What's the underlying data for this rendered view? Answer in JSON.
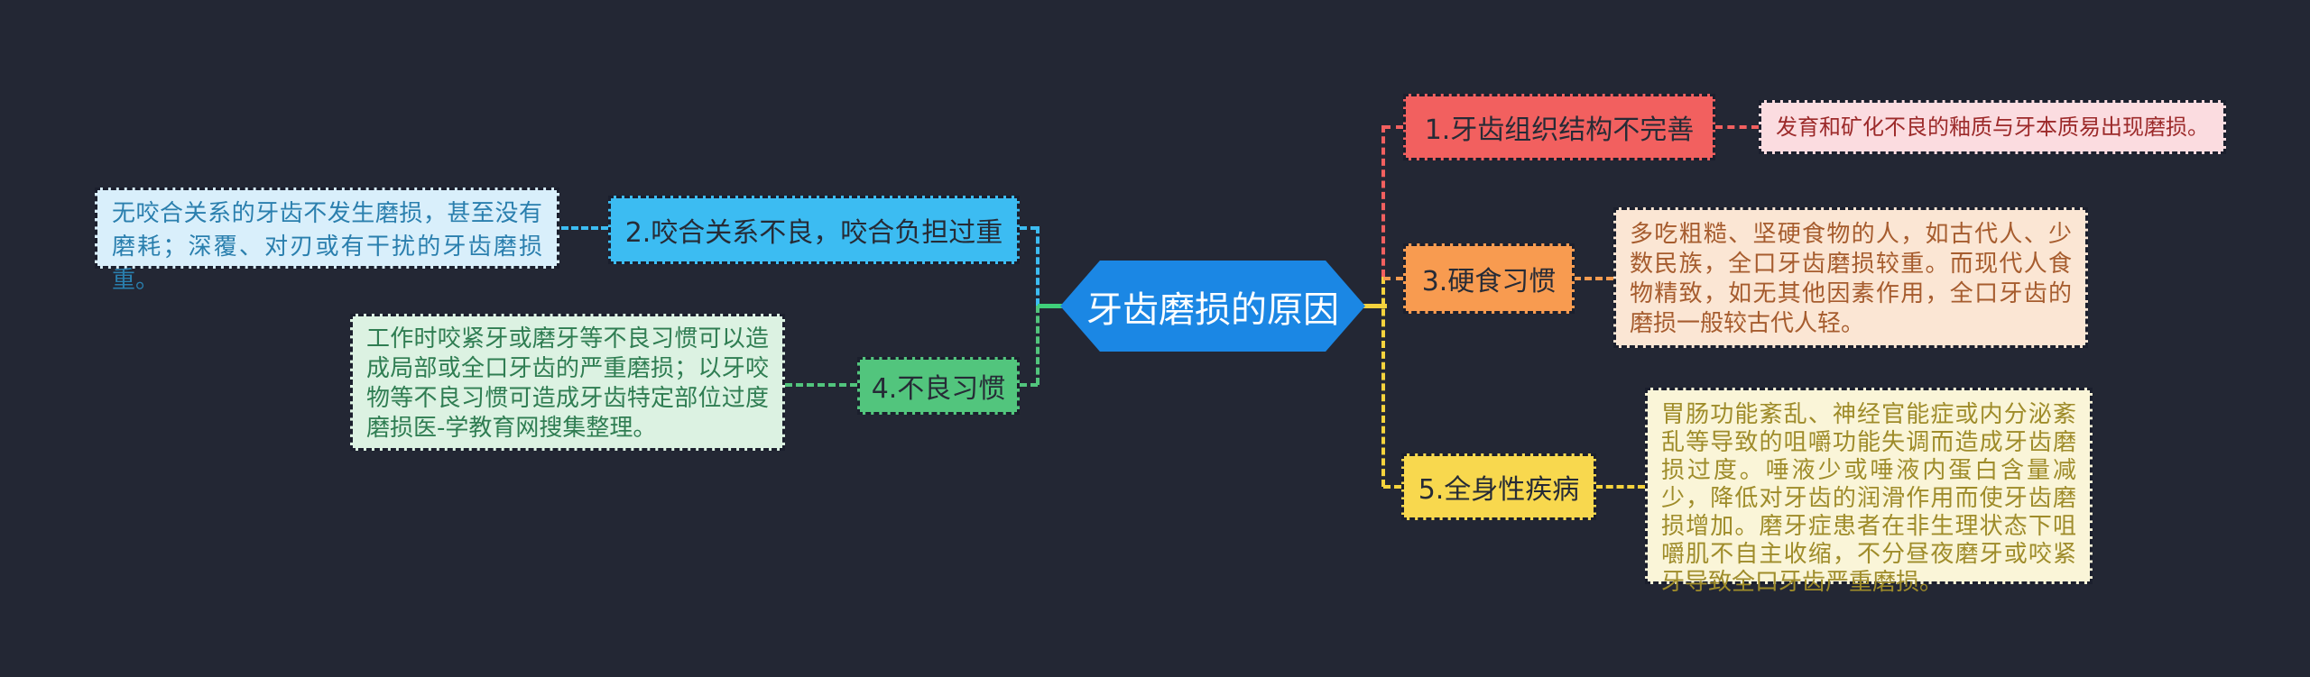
{
  "title": "牙齿磨损的原因思维导图",
  "colors": {
    "background": "#232734",
    "dash_border": "#1b1f2d",
    "node_text": "#262b36",
    "center_fill": "#1b87e4",
    "center_text": "#ffffff",
    "blue": "#3cbcf2",
    "green": "#52c57d",
    "green_line": "#3fd07a",
    "red": "#f2605f",
    "orange": "#f89b50",
    "yellow": "#f8d84e",
    "yellow_line": "#f5d33d"
  },
  "center": {
    "label": "牙齿磨损的原因"
  },
  "branches": [
    {
      "label": "1.牙齿组织结构不完善",
      "node_fill": "#f2605f",
      "line_color": "#f2605f",
      "detail": "发育和矿化不良的釉质与牙本质易出现磨损。",
      "detail_fill": "#fbdce0",
      "detail_text_color": "#9c2a2a"
    },
    {
      "label": "2.咬合关系不良，咬合负担过重",
      "node_fill": "#3cbcf2",
      "line_color": "#3cbcf2",
      "detail": "无咬合关系的牙齿不发生磨损，甚至没有磨耗；深覆、对刃或有干扰的牙齿磨损重。",
      "detail_fill": "#d9effb",
      "detail_text_color": "#2a7fae"
    },
    {
      "label": "3.硬食习惯",
      "node_fill": "#f89b50",
      "line_color": "#f89b50",
      "detail": "多吃粗糙、坚硬食物的人，如古代人、少数民族，全口牙齿磨损较重。而现代人食物精致，如无其他因素作用，全口牙齿的磨损一般较古代人轻。",
      "detail_fill": "#fbe6d4",
      "detail_text_color": "#a65c2e"
    },
    {
      "label": "4.不良习惯",
      "node_fill": "#52c57d",
      "line_color": "#52c57d",
      "detail": "工作时咬紧牙或磨牙等不良习惯可以造成局部或全口牙齿的严重磨损；以牙咬物等不良习惯可造成牙齿特定部位过度磨损医-学教育网搜集整理。",
      "detail_fill": "#dcf2e2",
      "detail_text_color": "#2f7d52"
    },
    {
      "label": "5.全身性疾病",
      "node_fill": "#f8d84e",
      "line_color": "#f5d33d",
      "detail": "胃肠功能紊乱、神经官能症或内分泌紊乱等导致的咀嚼功能失调而造成牙齿磨损过度。唾液少或唾液内蛋白含量减少，降低对牙齿的润滑作用而使牙齿磨损增加。磨牙症患者在非生理状态下咀嚼肌不自主收缩，不分昼夜磨牙或咬紧牙导致全口牙齿严重磨损。",
      "detail_fill": "#faf5d8",
      "detail_text_color": "#9f8c2a"
    }
  ]
}
